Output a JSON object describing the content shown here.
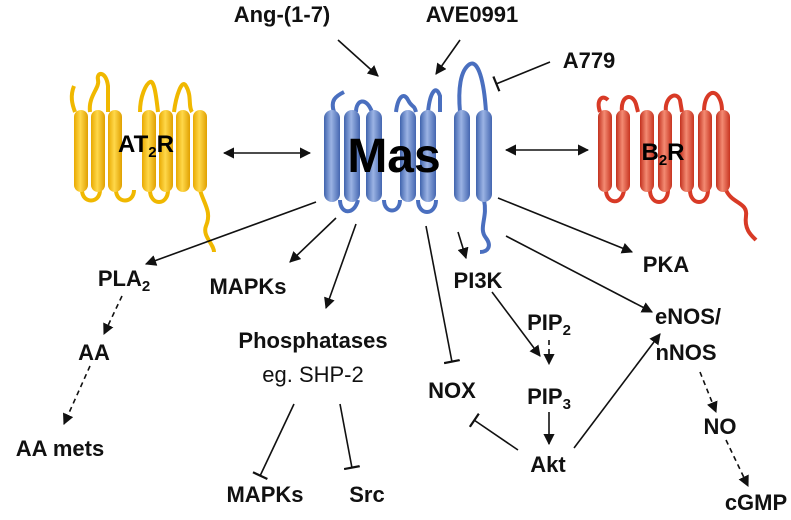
{
  "receptors": {
    "at2r": {
      "base": "AT",
      "sub": "2",
      "suffix": "R",
      "color": "#f5c518"
    },
    "mas": {
      "label": "Mas",
      "color": "#5b7fc4"
    },
    "b2r": {
      "base": "B",
      "sub": "2",
      "suffix": "R",
      "color": "#e0432e"
    }
  },
  "ligands": {
    "ang": "Ang-(1-7)",
    "ave": "AVE0991",
    "a779": "A779"
  },
  "nodes": {
    "pla2": {
      "base": "PLA",
      "sub": "2"
    },
    "aa": "AA",
    "aa_mets": "AA mets",
    "mapks_top": "MAPKs",
    "phosphatases": "Phosphatases",
    "shp2": "eg. SHP-2",
    "mapks_bottom": "MAPKs",
    "src": "Src",
    "nox": "NOX",
    "pi3k": "PI3K",
    "pip2": {
      "base": "PIP",
      "sub": "2"
    },
    "pip3": {
      "base": "PIP",
      "sub": "3"
    },
    "akt": "Akt",
    "pka": "PKA",
    "enos": "eNOS/",
    "nnos": "nNOS",
    "no": "NO",
    "cgmp": "cGMP"
  }
}
